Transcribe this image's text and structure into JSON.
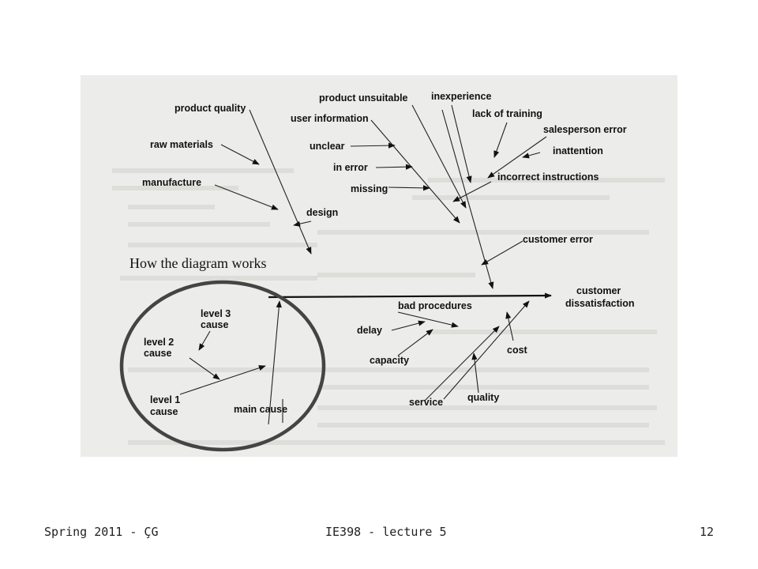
{
  "diagram": {
    "heading": "How the diagram works",
    "effect": [
      "customer",
      "dissatisfaction"
    ],
    "causes": {
      "product_quality": "product quality",
      "raw_materials": "raw materials",
      "manufacture": "manufacture",
      "design": "design",
      "user_information": "user information",
      "product_unsuitable": "product unsuitable",
      "unclear": "unclear",
      "in_error": "in error",
      "missing": "missing",
      "inexperience": "inexperience",
      "lack_of_training": "lack of training",
      "salesperson_error": "salesperson error",
      "inattention": "inattention",
      "incorrect_instructions": "incorrect instructions",
      "customer_error": "customer error",
      "bad_procedures": "bad procedures",
      "delay": "delay",
      "capacity": "capacity",
      "cost": "cost",
      "service": "service",
      "quality": "quality"
    },
    "legend": {
      "level3": [
        "level 3",
        "cause"
      ],
      "level2": [
        "level 2",
        "cause"
      ],
      "level1": [
        "level 1",
        "cause"
      ],
      "main_cause": "main cause"
    }
  },
  "footer": {
    "left": "Spring 2011 - ÇG",
    "center": "IE398 - lecture 5",
    "page": "12"
  }
}
